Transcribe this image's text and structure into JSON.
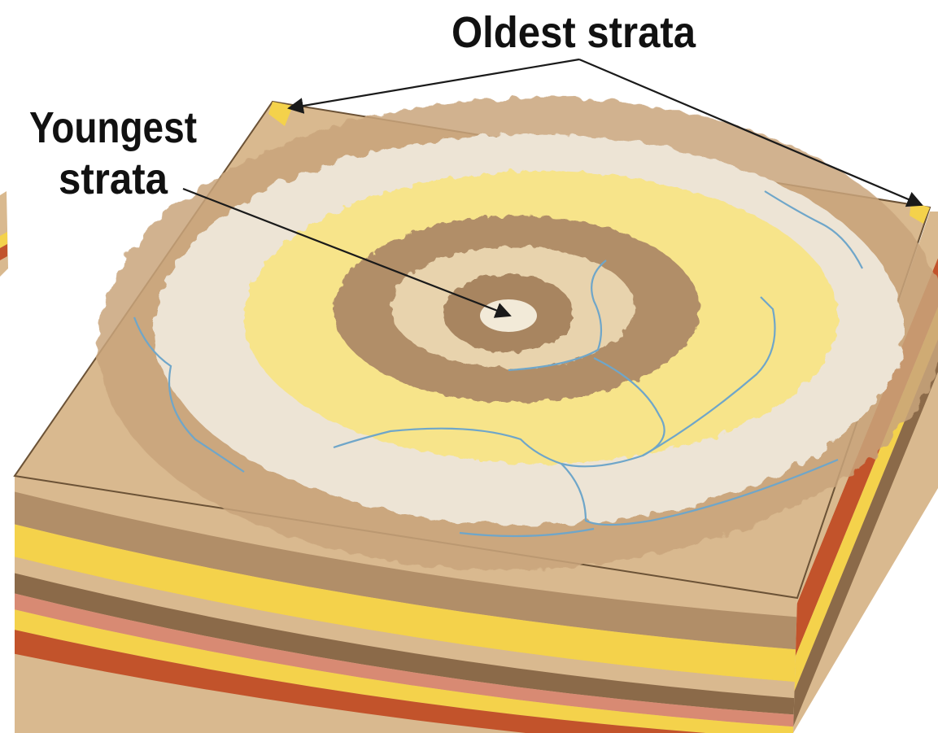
{
  "labels": {
    "oldest": "Oldest strata",
    "youngest_line1": "Youngest",
    "youngest_line2": "strata"
  },
  "colors": {
    "background": "#ffffff",
    "tan": "#d9b98f",
    "light_tan": "#e8d3ad",
    "brown": "#b18e68",
    "dark_brown": "#8b6a49",
    "yellow": "#f7e48a",
    "bright_yellow": "#f4d24b",
    "white_cliff": "#ede4d5",
    "red": "#c2532b",
    "pink": "#d88a73",
    "river": "#6fa6c9",
    "arrow": "#1a1a1a"
  }
}
